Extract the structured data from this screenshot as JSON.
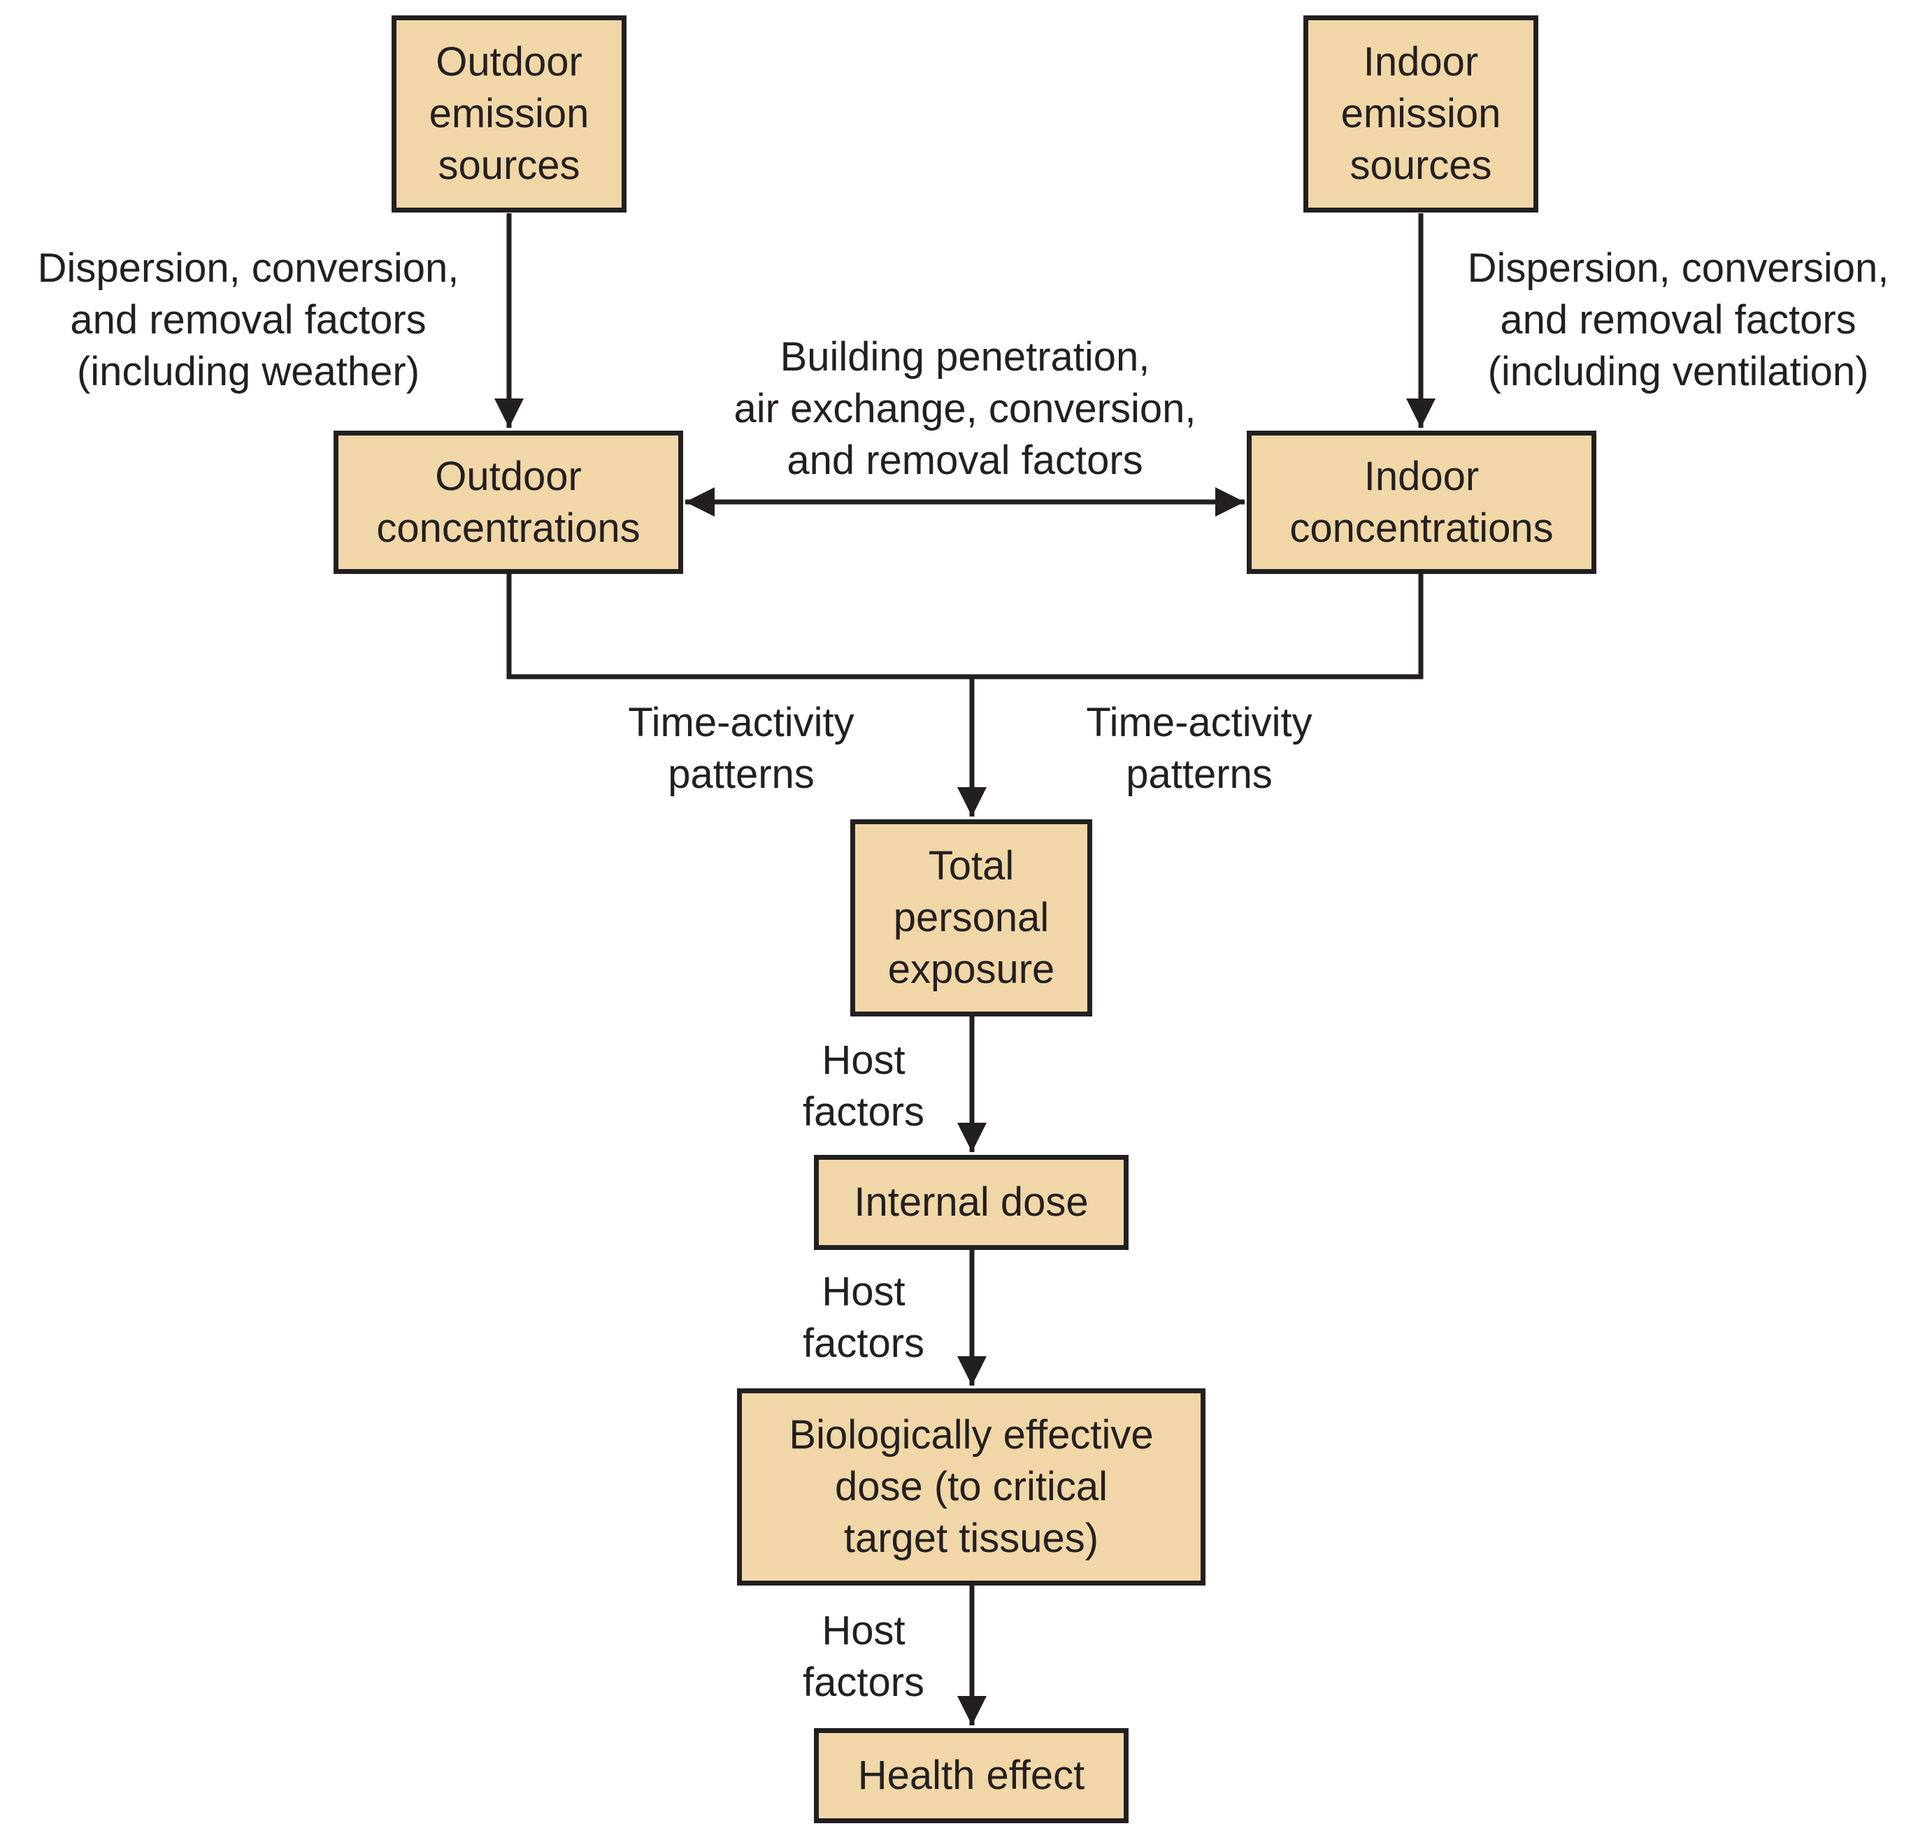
{
  "colors": {
    "box_fill": "#f1d7a7",
    "line": "#231f20",
    "text": "#231f20"
  },
  "boxes": {
    "outdoor_emission_sources": "Outdoor\nemission\nsources",
    "indoor_emission_sources": "Indoor\nemission\nsources",
    "outdoor_concentrations": "Outdoor\nconcentrations",
    "indoor_concentrations": "Indoor\nconcentrations",
    "total_personal_exposure": "Total\npersonal\nexposure",
    "internal_dose": "Internal dose",
    "biologically_effective_dose": "Biologically effective\ndose (to critical\ntarget tissues)",
    "health_effect": "Health effect"
  },
  "labels": {
    "outdoor_dispersion": "Dispersion, conversion,\nand removal factors\n(including weather)",
    "indoor_dispersion": "Dispersion, conversion,\nand removal factors\n(including ventilation)",
    "building_penetration": "Building penetration,\nair exchange, conversion,\nand removal factors",
    "time_activity_left": "Time-activity\npatterns",
    "time_activity_right": "Time-activity\npatterns",
    "host_factors_1": "Host\nfactors",
    "host_factors_2": "Host\nfactors",
    "host_factors_3": "Host\nfactors"
  }
}
